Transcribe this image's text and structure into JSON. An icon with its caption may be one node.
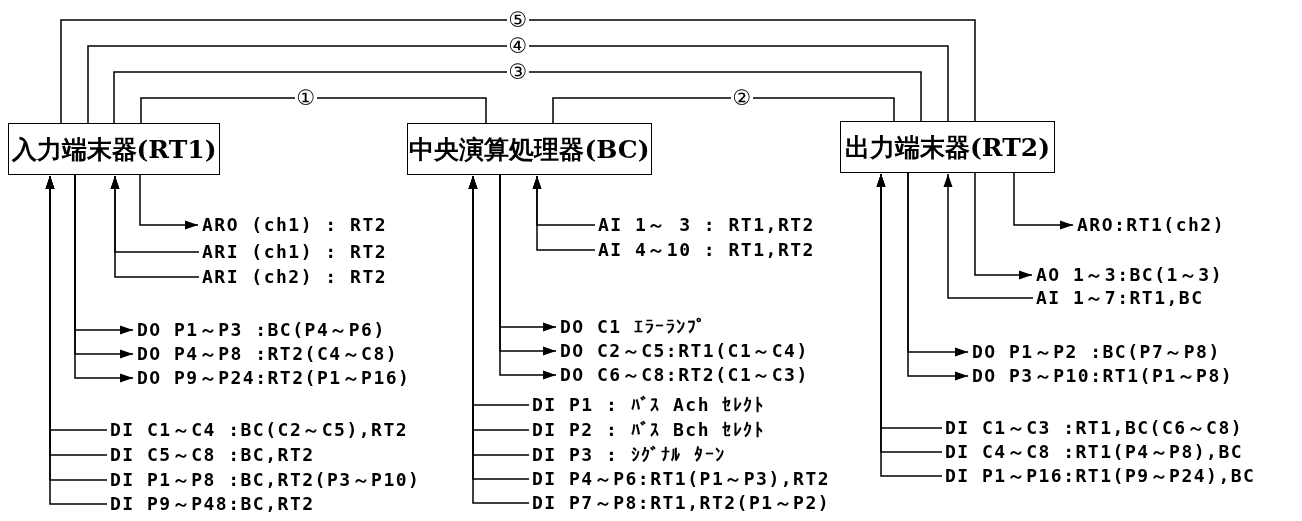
{
  "diagram": {
    "nodes": [
      {
        "text": [
          "入力端末器(RT1)"
        ]
      },
      {
        "text": [
          "中央演算処理器(BC)"
        ]
      },
      {
        "text": [
          "出力端末器(RT2)"
        ]
      },
      {
        "text": [
          "ARO (ch1) : RT2"
        ]
      },
      {
        "text": [
          "ARI (ch1) : RT2"
        ]
      },
      {
        "text": [
          "ARI (ch2) : RT2"
        ]
      },
      {
        "text": [
          "DO P1～P3 :BC(P4～P6)"
        ]
      },
      {
        "text": [
          "DO P4～P8 :RT2(C4～C8)"
        ]
      },
      {
        "text": [
          "DO P9～P24:RT2(P1～P16)"
        ]
      },
      {
        "text": [
          "DI C1～C4 :BC(C2～C5),RT2"
        ]
      },
      {
        "text": [
          "DI C5～C8 :BC,RT2"
        ]
      },
      {
        "text": [
          "DI P1～P8 :BC,RT2(P3～P10)"
        ]
      },
      {
        "text": [
          "DI P9～P48:BC,RT2"
        ]
      },
      {
        "text": [
          "AI 1～ 3 : RT1,RT2"
        ]
      },
      {
        "text": [
          "AI 4～10 : RT1,RT2"
        ]
      },
      {
        "text": [
          "DO C1 ｴﾗｰﾗﾝﾌﾟ"
        ]
      },
      {
        "text": [
          "DO C2～C5:RT1(C1～C4)"
        ]
      },
      {
        "text": [
          "DO C6～C8:RT2(C1～C3)"
        ]
      },
      {
        "text": [
          "DI P1 : ﾊﾞｽ Ach ｾﾚｸﾄ"
        ]
      },
      {
        "text": [
          "DI P2 : ﾊﾞｽ Bch ｾﾚｸﾄ"
        ]
      },
      {
        "text": [
          "DI P3 : ｼｸﾞﾅﾙ ﾀｰﾝ"
        ]
      },
      {
        "text": [
          "DI P4～P6:RT1(P1～P3),RT2"
        ]
      },
      {
        "text": [
          "DI P7～P8:RT1,RT2(P1～P2)"
        ]
      },
      {
        "text": [
          "ARO:RT1(ch2)"
        ]
      },
      {
        "text": [
          "AO 1～3:BC(1～3)"
        ]
      },
      {
        "text": [
          "AI 1～7:RT1,BC"
        ]
      },
      {
        "text": [
          "DO P1～P2 :BC(P7～P8)"
        ]
      },
      {
        "text": [
          "DO P3～P10:RT1(P1～P8)"
        ]
      },
      {
        "text": [
          "DI C1～C3 :RT1,BC(C6～C8)"
        ]
      },
      {
        "text": [
          "DI C4～C8 :RT1(P4～P8),BC"
        ]
      },
      {
        "text": [
          "DI P1～P16:RT1(P9～P24),BC"
        ]
      }
    ],
    "edges": [
      {
        "from": 0,
        "to": 2,
        "arrow": "none",
        "label": "⑤"
      },
      {
        "from": 0,
        "to": 2,
        "arrow": "none",
        "label": "④"
      },
      {
        "from": 0,
        "to": 2,
        "arrow": "none",
        "label": "③"
      },
      {
        "from": 0,
        "to": 1,
        "arrow": "none",
        "label": "①"
      },
      {
        "from": 1,
        "to": 2,
        "arrow": "none",
        "label": "②"
      },
      {
        "from": 0,
        "to": 3,
        "arrow": "to"
      },
      {
        "from": 4,
        "to": 0,
        "arrow": "to"
      },
      {
        "from": 5,
        "to": 0,
        "arrow": "to"
      },
      {
        "from": 0,
        "to": 6,
        "arrow": "to"
      },
      {
        "from": 0,
        "to": 7,
        "arrow": "to"
      },
      {
        "from": 0,
        "to": 8,
        "arrow": "to"
      },
      {
        "from": 9,
        "to": 0,
        "arrow": "to"
      },
      {
        "from": 10,
        "to": 0,
        "arrow": "to"
      },
      {
        "from": 11,
        "to": 0,
        "arrow": "to"
      },
      {
        "from": 12,
        "to": 0,
        "arrow": "to"
      },
      {
        "from": 13,
        "to": 1,
        "arrow": "to"
      },
      {
        "from": 14,
        "to": 1,
        "arrow": "to"
      },
      {
        "from": 1,
        "to": 15,
        "arrow": "to"
      },
      {
        "from": 1,
        "to": 16,
        "arrow": "to"
      },
      {
        "from": 1,
        "to": 17,
        "arrow": "to"
      },
      {
        "from": 18,
        "to": 1,
        "arrow": "to"
      },
      {
        "from": 19,
        "to": 1,
        "arrow": "to"
      },
      {
        "from": 20,
        "to": 1,
        "arrow": "to"
      },
      {
        "from": 21,
        "to": 1,
        "arrow": "to"
      },
      {
        "from": 22,
        "to": 1,
        "arrow": "to"
      },
      {
        "from": 2,
        "to": 23,
        "arrow": "to"
      },
      {
        "from": 2,
        "to": 24,
        "arrow": "to"
      },
      {
        "from": 25,
        "to": 2,
        "arrow": "to"
      },
      {
        "from": 2,
        "to": 26,
        "arrow": "to"
      },
      {
        "from": 2,
        "to": 27,
        "arrow": "to"
      },
      {
        "from": 28,
        "to": 2,
        "arrow": "to"
      },
      {
        "from": 29,
        "to": 2,
        "arrow": "to"
      },
      {
        "from": 30,
        "to": 2,
        "arrow": "to"
      }
    ]
  }
}
